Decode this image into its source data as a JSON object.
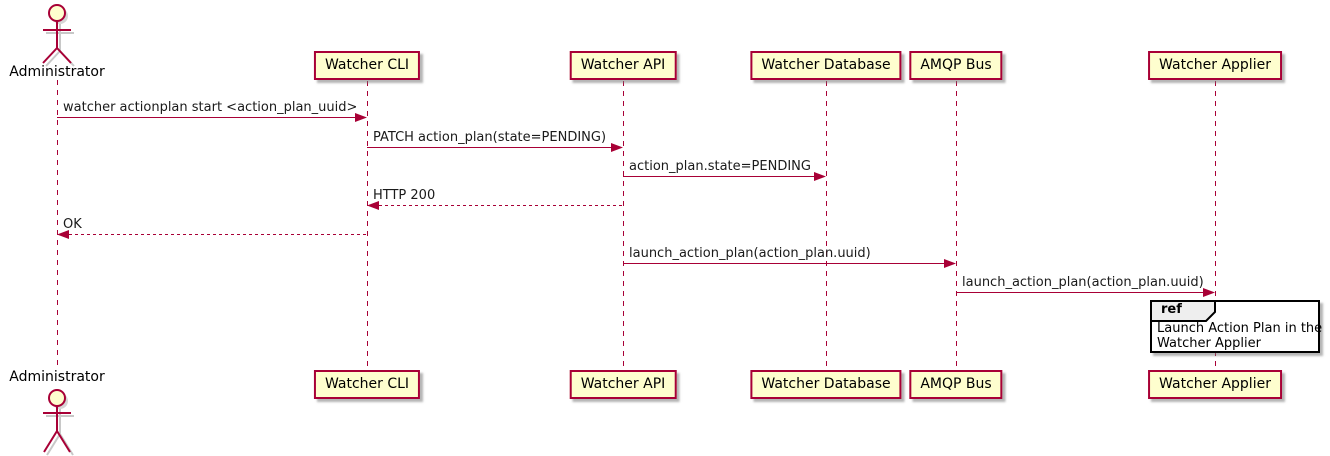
{
  "diagram": {
    "type": "sequence-diagram",
    "background": "#FFFFFF"
  },
  "colors": {
    "accent": "#A80036",
    "participant_fill": "#FEFECE",
    "participant_border": "#A80036",
    "lifeline": "#A80036",
    "arrow": "#A80036",
    "text": "#000000",
    "ref_border": "#000000",
    "ref_header_fill": "#EEEEEE",
    "shadow": "#888888"
  },
  "actor": {
    "label": "Administrator"
  },
  "participants": [
    {
      "label": "Watcher CLI"
    },
    {
      "label": "Watcher API"
    },
    {
      "label": "Watcher Database"
    },
    {
      "label": "AMQP Bus"
    },
    {
      "label": "Watcher Applier"
    }
  ],
  "messages": [
    {
      "text": "watcher actionplan start <action_plan_uuid>",
      "from": "Administrator",
      "to": "Watcher CLI",
      "line": "solid"
    },
    {
      "text": "PATCH action_plan(state=PENDING)",
      "from": "Watcher CLI",
      "to": "Watcher API",
      "line": "solid"
    },
    {
      "text": "action_plan.state=PENDING",
      "from": "Watcher API",
      "to": "Watcher Database",
      "line": "solid"
    },
    {
      "text": "HTTP 200",
      "from": "Watcher API",
      "to": "Watcher CLI",
      "line": "dashed"
    },
    {
      "text": "OK",
      "from": "Watcher CLI",
      "to": "Administrator",
      "line": "dashed"
    },
    {
      "text": "launch_action_plan(action_plan.uuid)",
      "from": "Watcher API",
      "to": "AMQP Bus",
      "line": "solid"
    },
    {
      "text": "launch_action_plan(action_plan.uuid)",
      "from": "AMQP Bus",
      "to": "Watcher Applier",
      "line": "solid"
    }
  ],
  "ref_fragment": {
    "keyword": "ref",
    "over": "Watcher Applier",
    "lines": [
      "Launch Action Plan in the",
      "Watcher Applier"
    ]
  }
}
